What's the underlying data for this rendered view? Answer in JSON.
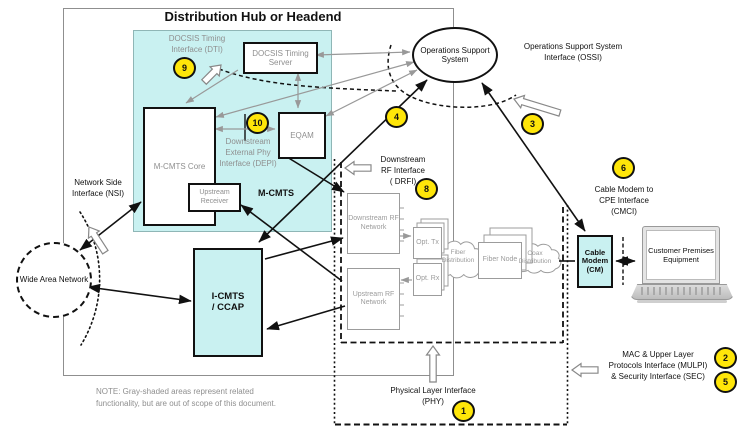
{
  "title": "Distribution Hub or Headend",
  "note": {
    "line1": "NOTE: Gray-shaded areas represent related",
    "line2": "functionality, but are out of scope of this document."
  },
  "colors": {
    "region_fill": "#c9f1f1",
    "badge_fill": "#ffe609",
    "gray_text": "#8f8f8f",
    "line_black": "#111111",
    "line_gray": "#999999"
  },
  "nodes": {
    "timing_server": "DOCSIS Timing Server",
    "cmts_core": "M-CMTS Core",
    "eqam": "EQAM",
    "upstream_receiver": "Upstream Receiver",
    "mcmts_region": "M-CMTS",
    "icmts": {
      "line1": "I-CMTS",
      "line2": "/ CCAP"
    },
    "wan": "Wide Area Network",
    "oss": "Operations Support System",
    "ds_rf": "Downstream RF Network",
    "us_rf": "Upstream RF Network",
    "opt_tx": "Opt. Tx",
    "opt_rx": "Opt. Rx",
    "fiber_dist": "Fiber Distribution",
    "fiber_node": "Fiber Node",
    "coax_dist": "Coax Distribution",
    "cable_modem": "Cable Modem (CM)",
    "cpe": "Customer Premises Equipment"
  },
  "interfaces": {
    "dti": {
      "label": "DOCSIS Timing Interface (DTI)",
      "badge": "9"
    },
    "depi": {
      "lines": [
        "Downstream",
        "External Phy",
        "Interface (DEPI)"
      ],
      "badge": "10"
    },
    "nsi": {
      "label": "Network Side Interface (NSI)"
    },
    "ossi": {
      "lines": [
        "Operations Support System",
        "Interface (OSSI)"
      ],
      "badge": "3"
    },
    "drfi": {
      "lines": [
        "Downstream",
        "RF Interface",
        "( DRFI)"
      ],
      "badge": "8"
    },
    "cmci": {
      "lines": [
        "Cable Modem to",
        "CPE Interface",
        "(CMCI)"
      ],
      "badge": "6"
    },
    "mulpi_sec": {
      "lines": [
        "MAC & Upper Layer",
        "Protocols Interface (MULPI)",
        "& Security Interface (SEC)"
      ],
      "badges": [
        "2",
        "5"
      ]
    },
    "phy": {
      "lines": [
        "Physical Layer Interface",
        "(PHY)"
      ],
      "badge": "1"
    },
    "badge_4": "4"
  }
}
